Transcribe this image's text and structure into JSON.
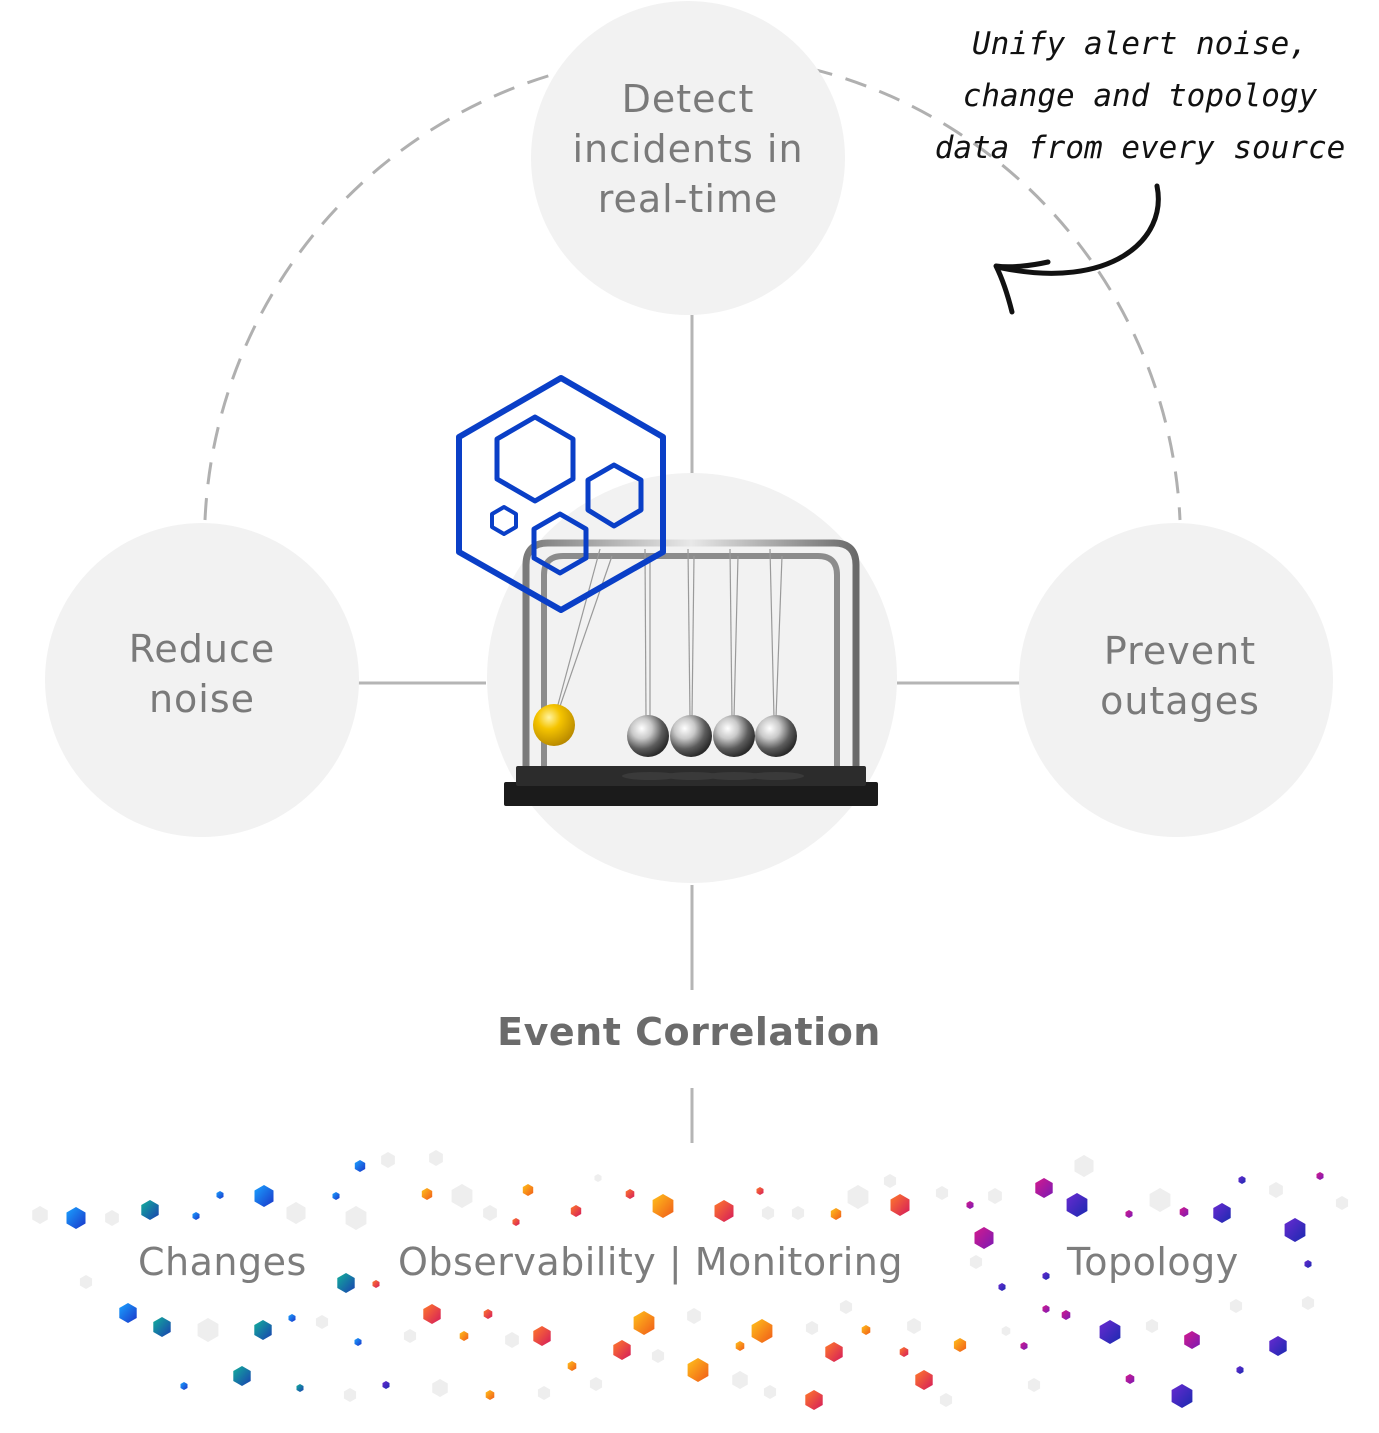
{
  "outcomes": {
    "detect": [
      "Detect",
      "incidents in",
      "real-time"
    ],
    "reduce": [
      "Reduce",
      "noise"
    ],
    "prevent": [
      "Prevent",
      "outages"
    ]
  },
  "central": {
    "title": "Event Correlation"
  },
  "sources": {
    "changes": "Changes",
    "observability": "Observability | Monitoring",
    "topology": "Topology"
  },
  "annotation": {
    "lines": [
      "Unify alert noise,",
      "change and topology",
      "data from every source"
    ]
  },
  "colors": {
    "circle_fill": "#f2f2f2",
    "connector": "#b5b5b5",
    "dashed_arc": "#b0b0b0",
    "logo_blue": "#0a3fc7",
    "ball_yellow": "#f5c400",
    "label_gray": "#7a7a7a",
    "title_gray": "#6b6b6b"
  },
  "icons": {
    "logo": "hexagon-cluster-logo",
    "device": "newtons-cradle-icon",
    "arrow": "curved-arrow-icon"
  }
}
